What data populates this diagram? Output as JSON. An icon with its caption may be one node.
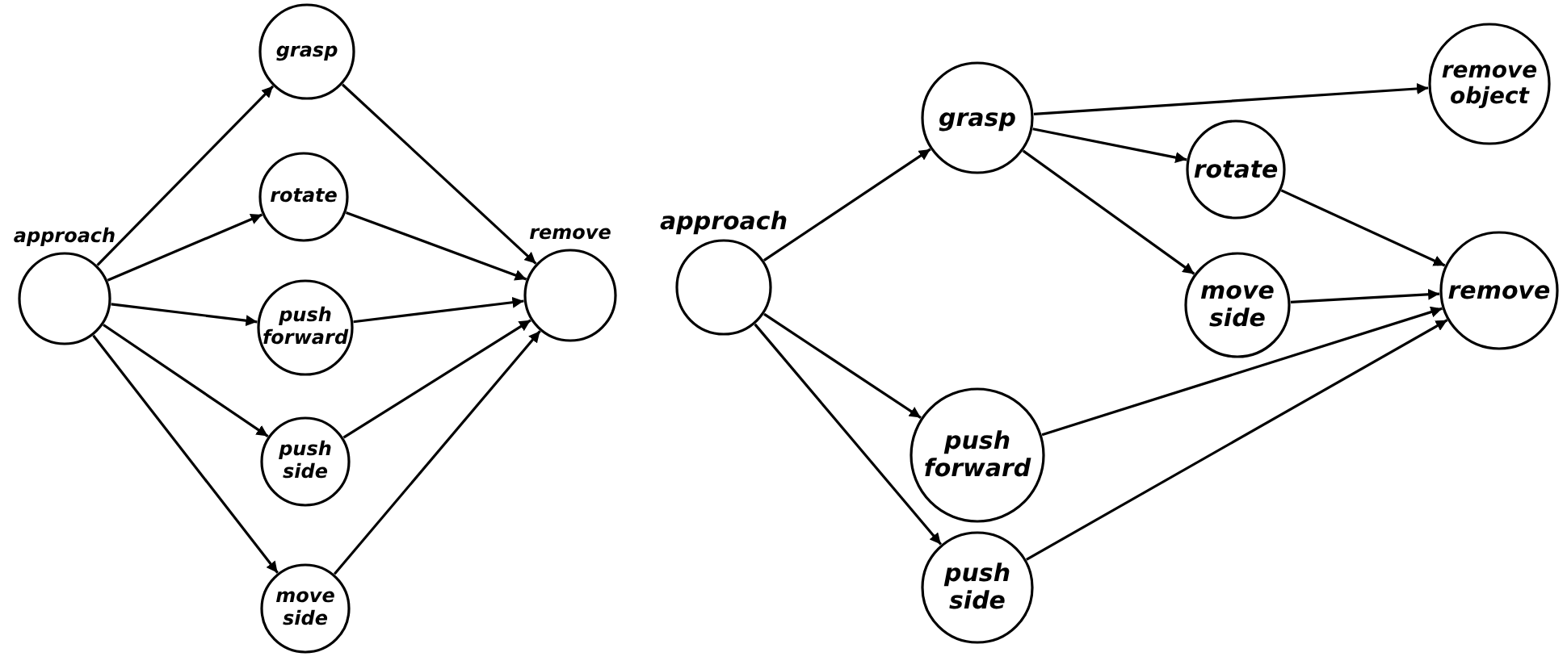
{
  "diagram": {
    "nodes": [
      {
        "text": [
          "approach"
        ]
      },
      {
        "text": [
          "grasp"
        ]
      },
      {
        "text": [
          "rotate"
        ]
      },
      {
        "text": [
          "push forward"
        ]
      },
      {
        "text": [
          "push side"
        ]
      },
      {
        "text": [
          "move side"
        ]
      },
      {
        "text": [
          "remove"
        ]
      },
      {
        "text": [
          "approach"
        ]
      },
      {
        "text": [
          "grasp"
        ]
      },
      {
        "text": [
          "remove object"
        ]
      },
      {
        "text": [
          "rotate"
        ]
      },
      {
        "text": [
          "move side"
        ]
      },
      {
        "text": [
          "push forward"
        ]
      },
      {
        "text": [
          "push side"
        ]
      },
      {
        "text": [
          "remove"
        ]
      }
    ],
    "edges": [
      {
        "from": 0,
        "to": 1,
        "arrow": "to"
      },
      {
        "from": 0,
        "to": 2,
        "arrow": "to"
      },
      {
        "from": 0,
        "to": 3,
        "arrow": "to"
      },
      {
        "from": 0,
        "to": 4,
        "arrow": "to"
      },
      {
        "from": 0,
        "to": 5,
        "arrow": "to"
      },
      {
        "from": 1,
        "to": 6,
        "arrow": "to"
      },
      {
        "from": 2,
        "to": 6,
        "arrow": "to"
      },
      {
        "from": 3,
        "to": 6,
        "arrow": "to"
      },
      {
        "from": 4,
        "to": 6,
        "arrow": "to"
      },
      {
        "from": 5,
        "to": 6,
        "arrow": "to"
      },
      {
        "from": 7,
        "to": 8,
        "arrow": "to"
      },
      {
        "from": 7,
        "to": 12,
        "arrow": "to"
      },
      {
        "from": 7,
        "to": 13,
        "arrow": "to"
      },
      {
        "from": 8,
        "to": 9,
        "arrow": "to"
      },
      {
        "from": 8,
        "to": 10,
        "arrow": "to"
      },
      {
        "from": 8,
        "to": 11,
        "arrow": "to"
      },
      {
        "from": 10,
        "to": 14,
        "arrow": "to"
      },
      {
        "from": 11,
        "to": 14,
        "arrow": "to"
      },
      {
        "from": 12,
        "to": 14,
        "arrow": "to"
      },
      {
        "from": 13,
        "to": 14,
        "arrow": "to"
      }
    ]
  }
}
